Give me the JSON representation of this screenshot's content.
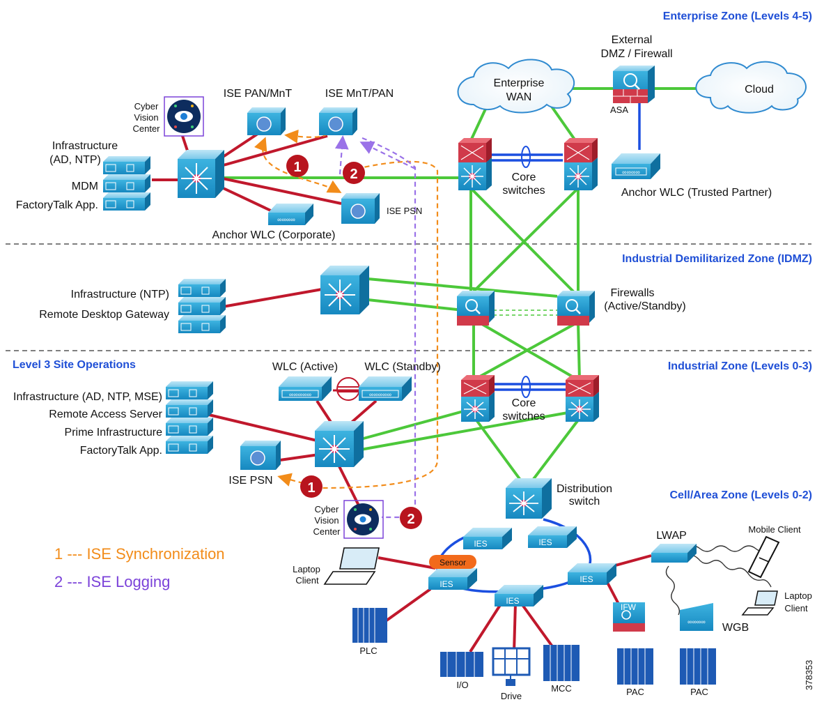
{
  "zones": {
    "enterprise": "Enterprise Zone (Levels 4-5)",
    "idmz": "Industrial Demilitarized Zone (IDMZ)",
    "industrial": "Industrial Zone (Levels 0-3)",
    "level3": "Level 3 Site Operations",
    "cell": "Cell/Area Zone (Levels 0-2)"
  },
  "labels": {
    "ext_dmz": [
      "External",
      "DMZ / Firewall"
    ],
    "enterprise_wan": [
      "Enterprise",
      "WAN"
    ],
    "cloud": "Cloud",
    "asa": "ASA",
    "anchor_partner": "Anchor WLC (Trusted Partner)",
    "ise_pan_mnt": "ISE PAN/MnT",
    "ise_mnt_pan": "ISE MnT/PAN",
    "cyber_top": [
      "Cyber",
      "Vision",
      "Center"
    ],
    "infra_ad_ntp": [
      "Infrastructure",
      "(AD, NTP)"
    ],
    "mdm": "MDM",
    "factorytalk_top": "FactoryTalk App.",
    "core_top": [
      "Core",
      "switches"
    ],
    "ise_psn_top": "ISE PSN",
    "anchor_corp": "Anchor WLC (Corporate)",
    "infra_ntp": "Infrastructure (NTP)",
    "rdg": "Remote Desktop Gateway",
    "firewalls": [
      "Firewalls",
      "(Active/Standby)"
    ],
    "wlc_active": "WLC (Active)",
    "wlc_standby": "WLC (Standby)",
    "infra_mse": "Infrastructure (AD, NTP, MSE)",
    "ras": "Remote Access Server",
    "prime": "Prime Infrastructure",
    "factorytalk_bot": "FactoryTalk App.",
    "core_bot": [
      "Core",
      "switches"
    ],
    "ise_psn_bot": "ISE PSN",
    "dist_switch": [
      "Distribution",
      "switch"
    ],
    "cyber_bot": [
      "Cyber",
      "Vision",
      "Center"
    ],
    "lwap": "LWAP",
    "mobile_client": "Mobile Client",
    "laptop_left": [
      "Laptop",
      "Client"
    ],
    "laptop_right": [
      "Laptop",
      "Client"
    ],
    "sensor": "Sensor",
    "ies": "IES",
    "ifw": "IFW",
    "wgb": "WGB",
    "plc": "PLC",
    "io": "I/O",
    "drive": "Drive",
    "mcc": "MCC",
    "pac1": "PAC",
    "pac2": "PAC",
    "figure_id": "378353"
  },
  "badges": {
    "one": "1",
    "two": "2"
  },
  "legend": {
    "sync": "1 --- ISE Synchronization",
    "logging": "2 --- ISE Logging"
  },
  "colors": {
    "red_link": "#c0182c",
    "green_link": "#4cc83a",
    "blue_link": "#1b4fe0",
    "orange_flow": "#f28c1a",
    "purple_flow": "#9a72e8",
    "device": "#2fa6d6",
    "zone_text": "#1f4fd6",
    "badge": "#b8141e"
  }
}
